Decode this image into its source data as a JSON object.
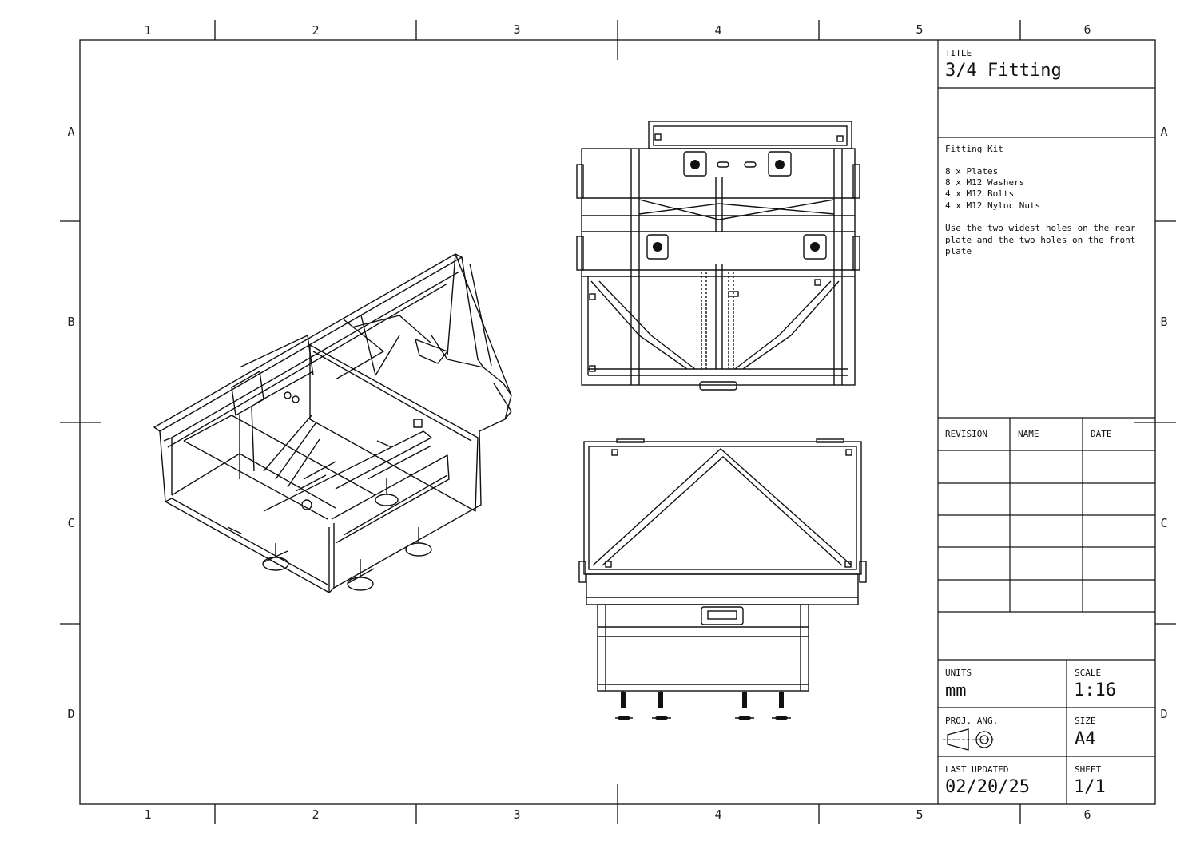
{
  "grid": {
    "columns": [
      "1",
      "2",
      "3",
      "4",
      "5",
      "6"
    ],
    "rows": [
      "A",
      "B",
      "C",
      "D"
    ]
  },
  "title_block": {
    "title_label": "TITLE",
    "title": "3/4 Fitting",
    "notes": {
      "heading": "Fitting Kit",
      "items": [
        "8 x Plates",
        "8 x M12 Washers",
        "4 x M12 Bolts",
        "4 x M12 Nyloc Nuts"
      ],
      "instruction": "Use the two widest holes on the rear plate and the two holes on the front plate"
    },
    "revision_headers": {
      "revision": "REVISION",
      "name": "NAME",
      "date": "DATE"
    },
    "units_label": "UNITS",
    "units": "mm",
    "scale_label": "SCALE",
    "scale": "1:16",
    "proj_label": "PROJ. ANG.",
    "size_label": "SIZE",
    "size": "A4",
    "updated_label": "LAST UPDATED",
    "updated": "02/20/25",
    "sheet_label": "SHEET",
    "sheet": "1/1"
  },
  "colors": {
    "line": "#111111",
    "paper": "#ffffff"
  }
}
